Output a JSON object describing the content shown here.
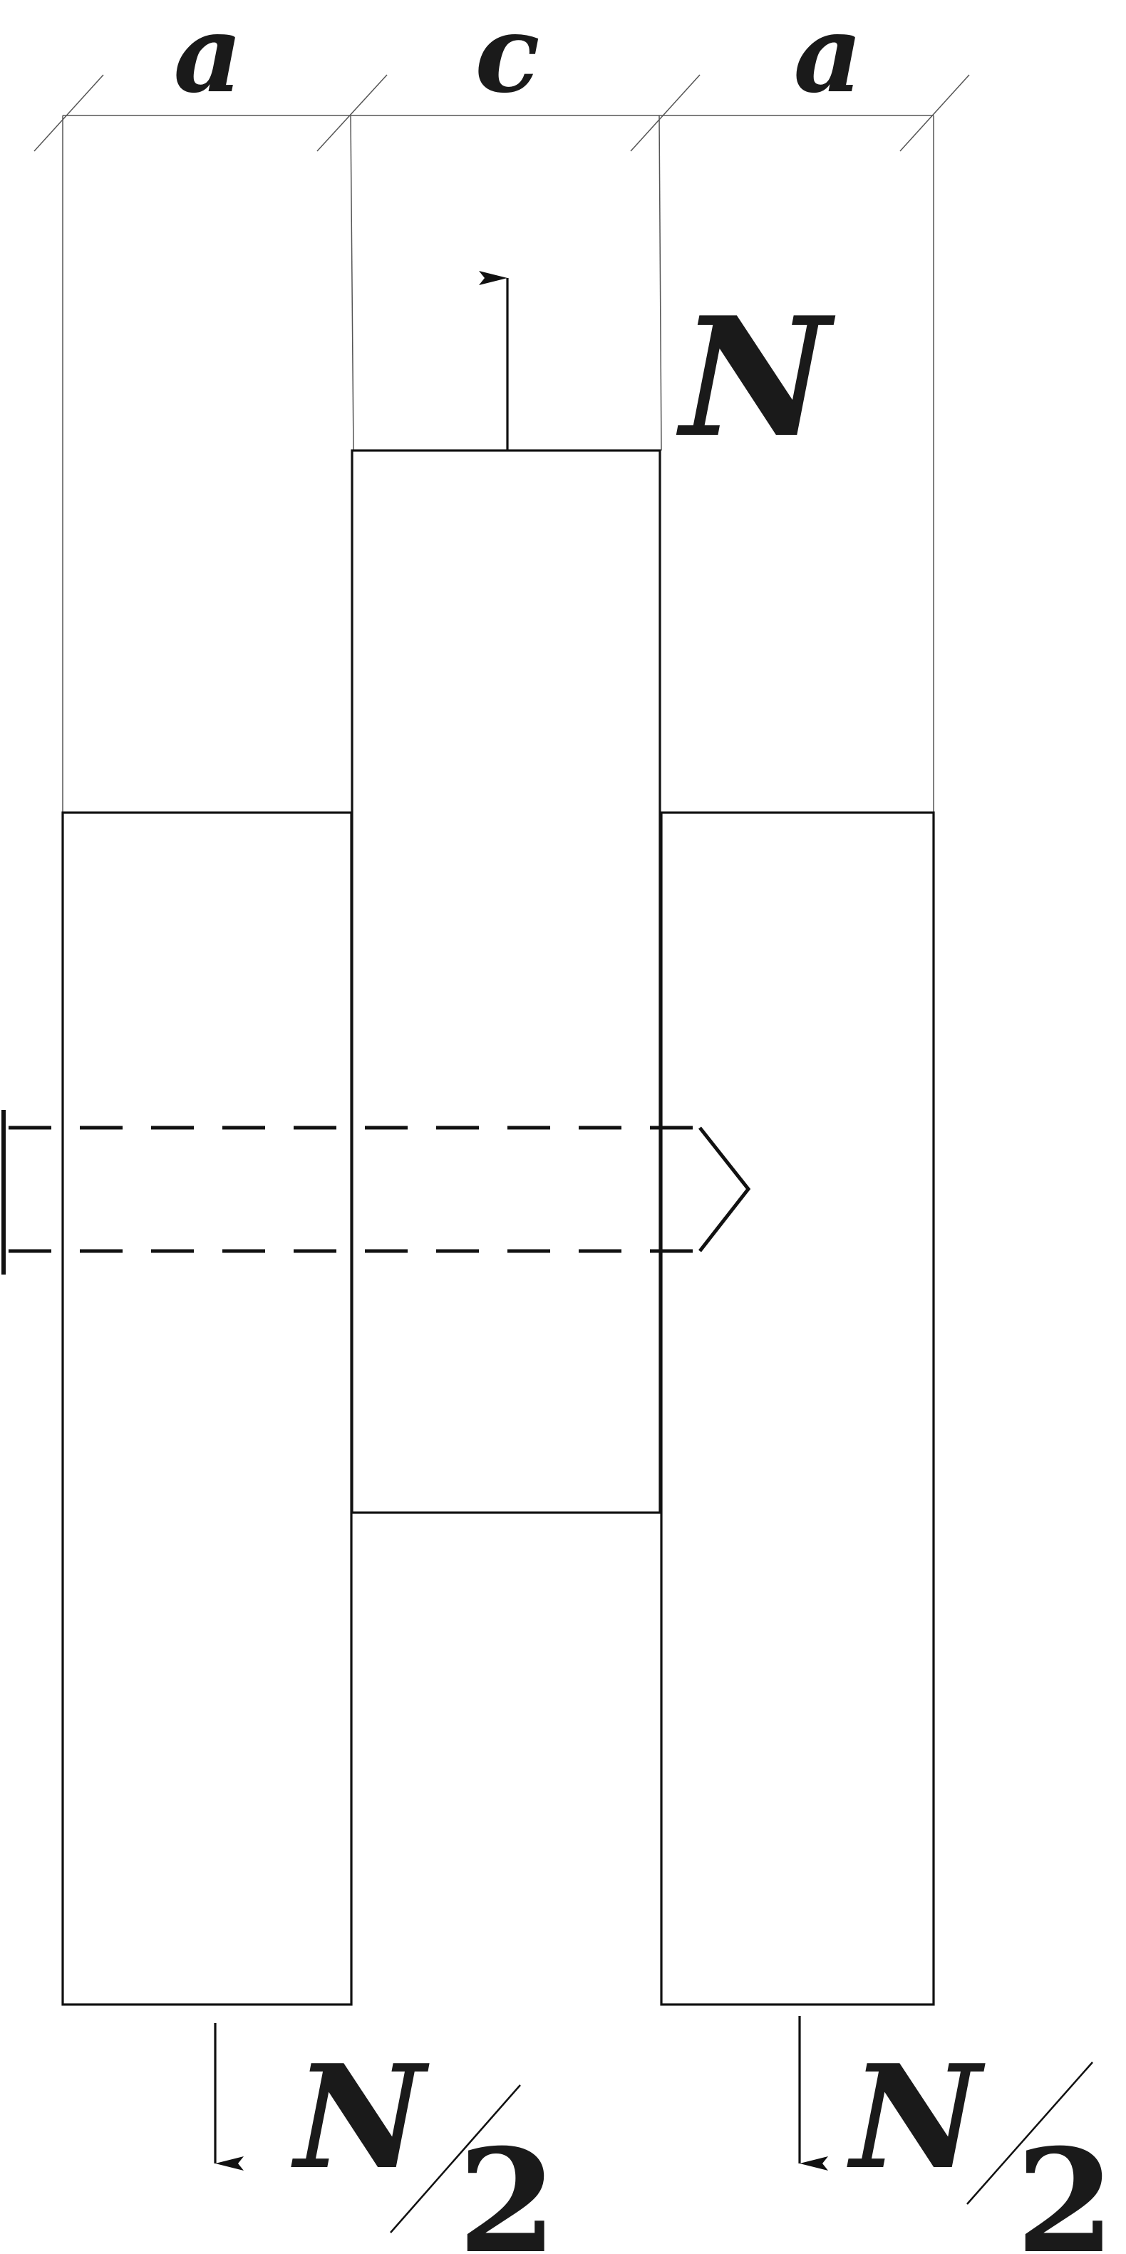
{
  "labels": {
    "dim_left": "a",
    "dim_center": "c",
    "dim_right": "a",
    "force_top": "N",
    "force_bottom_left_num": "N",
    "force_bottom_left_den": "2",
    "force_bottom_right_num": "N",
    "force_bottom_right_den": "2"
  },
  "colors": {
    "line": "#111111",
    "extension_line": "#555555",
    "background": "#ffffff"
  }
}
